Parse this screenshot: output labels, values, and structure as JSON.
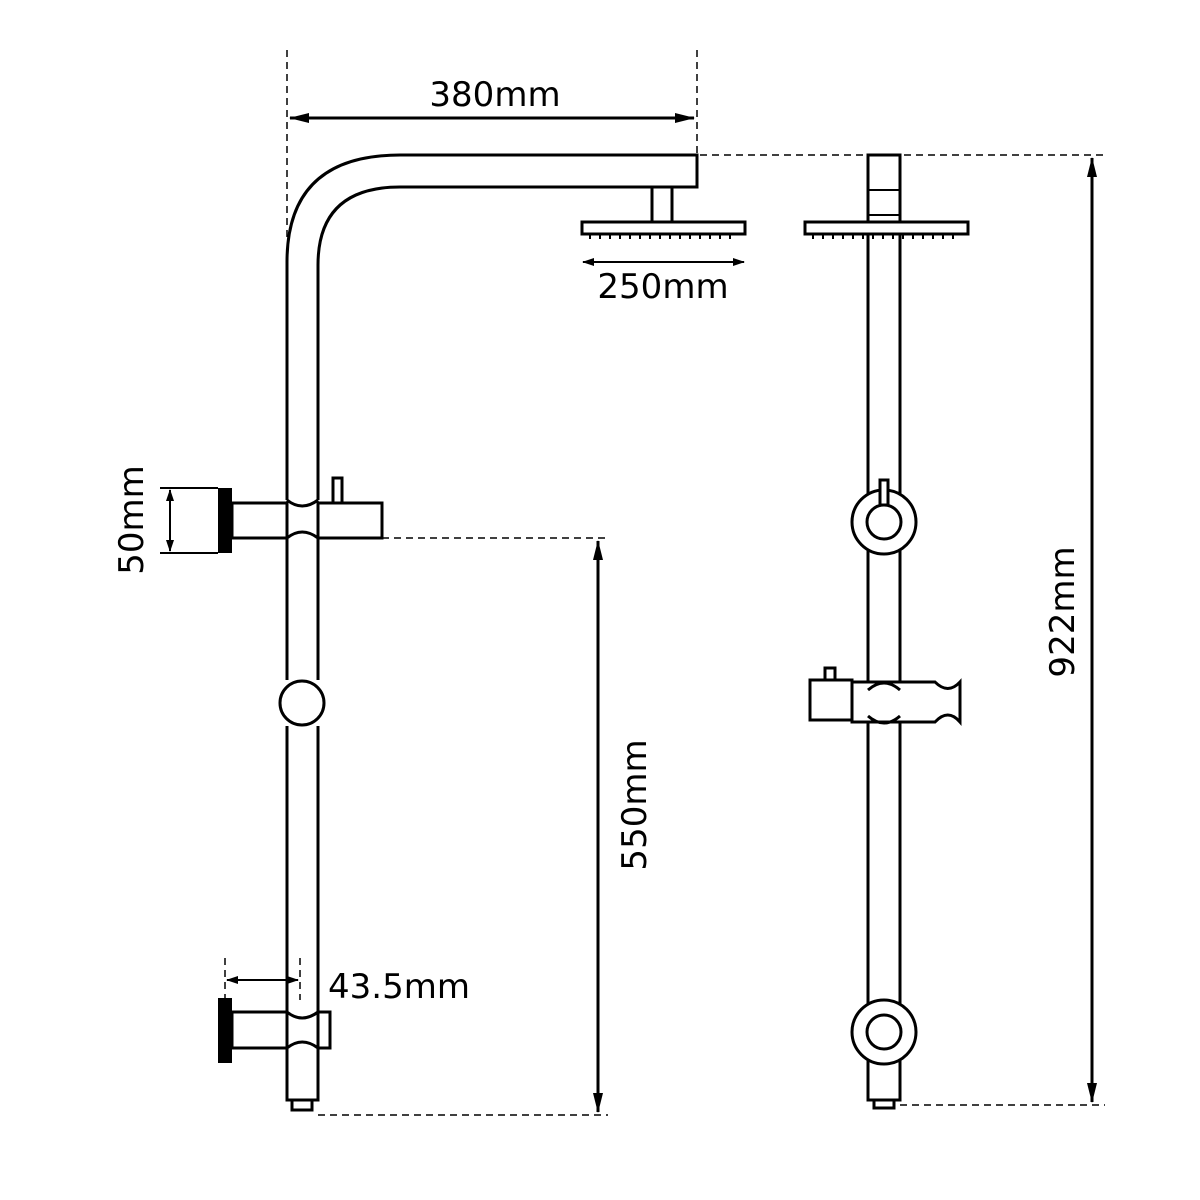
{
  "title": "Shower rail dimension drawing",
  "dimensions": {
    "arm_length": "380mm",
    "head_diameter": "250mm",
    "wall_bracket_height": "50mm",
    "bracket_spacing": "550mm",
    "wall_offset": "43.5mm",
    "total_height": "922mm"
  },
  "colors": {
    "line": "#000000",
    "background": "#ffffff"
  }
}
